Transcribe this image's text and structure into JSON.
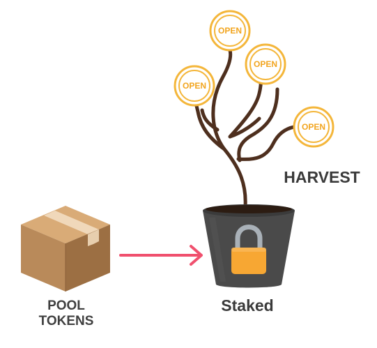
{
  "diagram": {
    "pool_tokens": {
      "line1": "POOL",
      "line2": "TOKENS"
    },
    "staked_label": "Staked",
    "harvest_label": "HARVEST",
    "coins": [
      {
        "label": "OPEN"
      },
      {
        "label": "OPEN"
      },
      {
        "label": "OPEN"
      },
      {
        "label": "OPEN"
      }
    ],
    "colors": {
      "box": "#b98a5a",
      "box_tape": "#e6c9a8",
      "arrow": "#f0506e",
      "bucket": "#4a4a4a",
      "branch": "#4e2f1e",
      "coin_ring": "#f4b63a",
      "lock_body": "#f7a733",
      "lock_shackle": "#a9b1b8",
      "text": "#3a3a3a"
    }
  }
}
